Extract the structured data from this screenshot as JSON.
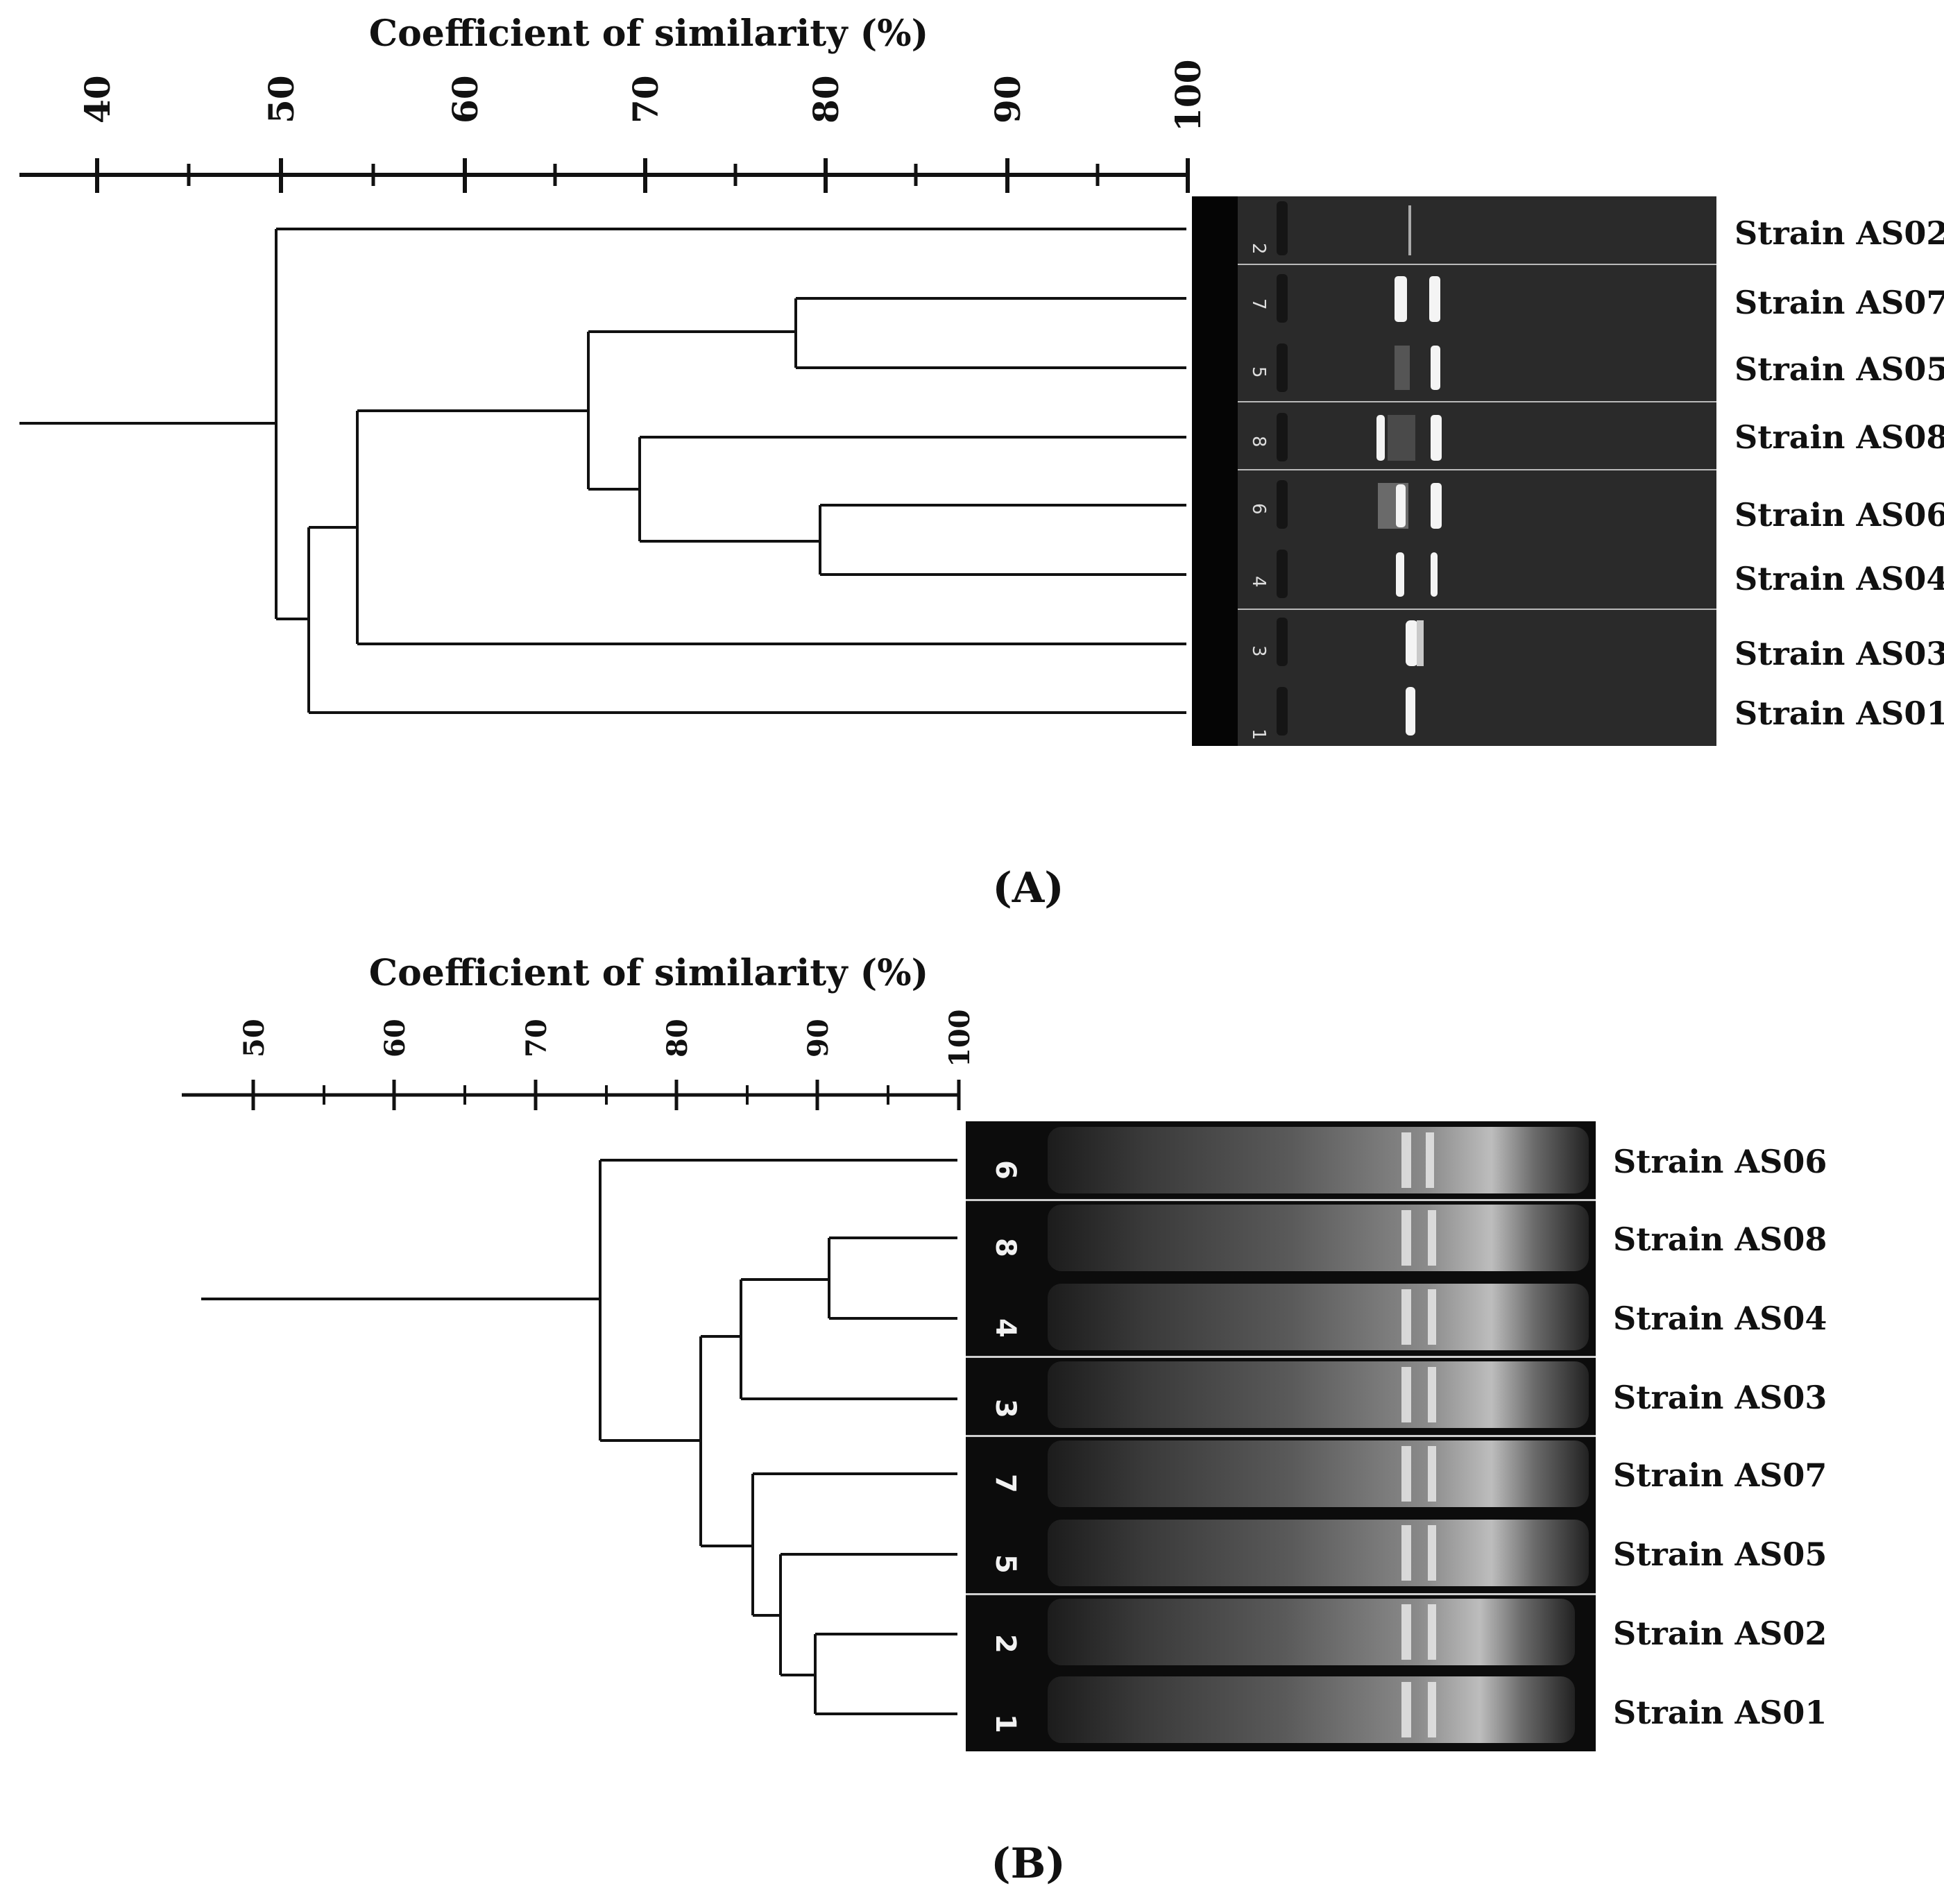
{
  "panel_a": {
    "label": "(A)",
    "axis_title": "Coefficient of similarity (%)",
    "ticks": [
      "40",
      "50",
      "60",
      "70",
      "80",
      "90",
      "100"
    ],
    "lanes": [
      {
        "lane": "2",
        "strain": "Strain AS02"
      },
      {
        "lane": "7",
        "strain": "Strain AS07"
      },
      {
        "lane": "5",
        "strain": "Strain AS05"
      },
      {
        "lane": "8",
        "strain": "Strain AS08"
      },
      {
        "lane": "6",
        "strain": "Strain AS06"
      },
      {
        "lane": "4",
        "strain": "Strain AS04"
      },
      {
        "lane": "3",
        "strain": "Strain AS03"
      },
      {
        "lane": "1",
        "strain": "Strain AS01"
      }
    ]
  },
  "panel_b": {
    "label": "(B)",
    "axis_title": "Coefficient of similarity (%)",
    "ticks": [
      "50",
      "60",
      "70",
      "80",
      "90",
      "100"
    ],
    "lanes": [
      {
        "lane": "6",
        "strain": "Strain AS06"
      },
      {
        "lane": "8",
        "strain": "Strain AS08"
      },
      {
        "lane": "4",
        "strain": "Strain AS04"
      },
      {
        "lane": "3",
        "strain": "Strain AS03"
      },
      {
        "lane": "7",
        "strain": "Strain AS07"
      },
      {
        "lane": "5",
        "strain": "Strain AS05"
      },
      {
        "lane": "2",
        "strain": "Strain AS02"
      },
      {
        "lane": "1",
        "strain": "Strain AS01"
      }
    ]
  }
}
